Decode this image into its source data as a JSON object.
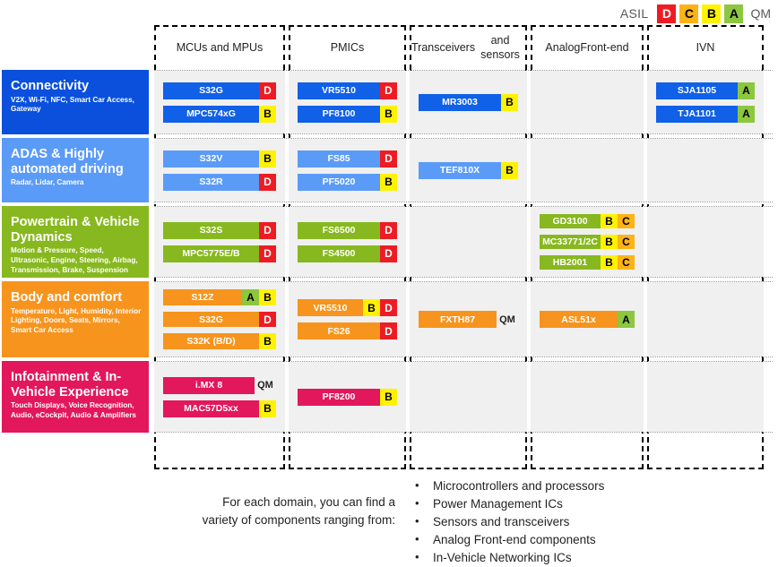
{
  "legend": {
    "title": "ASIL",
    "levels": [
      {
        "label": "D",
        "color": "#ed1c24"
      },
      {
        "label": "C",
        "color": "#fcb316"
      },
      {
        "label": "B",
        "color": "#fff200"
      },
      {
        "label": "A",
        "color": "#8dc63f"
      }
    ],
    "qm_label": "QM"
  },
  "columns": [
    {
      "label": "MCUs and MPUs",
      "width": 146
    },
    {
      "label": "PMICs",
      "width": 131
    },
    {
      "label": "Transceivers\nand sensors",
      "line1": "Transceivers",
      "line2": "and sensors",
      "width": 131
    },
    {
      "label": "Analog\nFront-end",
      "line1": "Analog",
      "line2": "Front-end",
      "width": 126
    },
    {
      "label": "IVN",
      "width": 130
    }
  ],
  "rows": [
    {
      "domain": {
        "title": "Connectivity",
        "subtitle": "V2X, Wi-Fi, NFC, Smart Car Access, Gateway",
        "color": "#0a50dc",
        "chip_color": "#1060e8"
      },
      "height": 72,
      "cells": [
        {
          "column": "MCUs and MPUs",
          "items": [
            {
              "name": "S32G",
              "asil": [
                "D"
              ]
            },
            {
              "name": "MPC574xG",
              "asil": [
                "B"
              ]
            }
          ]
        },
        {
          "column": "PMICs",
          "items": [
            {
              "name": "VR5510",
              "asil": [
                "D"
              ]
            },
            {
              "name": "PF8100",
              "asil": [
                "B"
              ]
            }
          ]
        },
        {
          "column": "Transceivers and sensors",
          "items": [
            {
              "name": "MR3003",
              "asil": [
                "B"
              ]
            }
          ]
        },
        {
          "column": "Analog Front-end",
          "items": []
        },
        {
          "column": "IVN",
          "items": [
            {
              "name": "SJA1105",
              "asil": [
                "A"
              ]
            },
            {
              "name": "TJA1101",
              "asil": [
                "A"
              ]
            }
          ]
        }
      ]
    },
    {
      "domain": {
        "title": "ADAS & Highly automated driving",
        "subtitle": "Radar, Lidar, Camera",
        "color": "#5b9bf8",
        "chip_color": "#5b9bf8"
      },
      "height": 72,
      "cells": [
        {
          "column": "MCUs and MPUs",
          "items": [
            {
              "name": "S32V",
              "asil": [
                "B"
              ]
            },
            {
              "name": "S32R",
              "asil": [
                "D"
              ]
            }
          ]
        },
        {
          "column": "PMICs",
          "items": [
            {
              "name": "FS85",
              "asil": [
                "D"
              ]
            },
            {
              "name": "PF5020",
              "asil": [
                "B"
              ]
            }
          ]
        },
        {
          "column": "Transceivers and sensors",
          "items": [
            {
              "name": "TEF810X",
              "asil": [
                "B"
              ]
            }
          ]
        },
        {
          "column": "Analog Front-end",
          "items": []
        },
        {
          "column": "IVN",
          "items": []
        }
      ]
    },
    {
      "domain": {
        "title": "Powertrain & Vehicle Dynamics",
        "subtitle": "Motion & Pressure, Speed, Ultrasonic, Engine, Steering, Airbag, Transmission, Brake, Suspension",
        "color": "#87b81f",
        "chip_color": "#87b81f"
      },
      "height": 80,
      "cells": [
        {
          "column": "MCUs and MPUs",
          "items": [
            {
              "name": "S32S",
              "asil": [
                "D"
              ]
            },
            {
              "name": "MPC5775E/B",
              "asil": [
                "D"
              ]
            }
          ]
        },
        {
          "column": "PMICs",
          "items": [
            {
              "name": "FS6500",
              "asil": [
                "D"
              ]
            },
            {
              "name": "FS4500",
              "asil": [
                "D"
              ]
            }
          ]
        },
        {
          "column": "Transceivers and sensors",
          "items": []
        },
        {
          "column": "Analog Front-end",
          "items": [
            {
              "name": "GD3100",
              "asil": [
                "B",
                "C"
              ]
            },
            {
              "name": "MC33771/2C",
              "asil": [
                "B",
                "C"
              ]
            },
            {
              "name": "HB2001",
              "asil": [
                "B",
                "C"
              ]
            }
          ]
        },
        {
          "column": "IVN",
          "items": []
        }
      ]
    },
    {
      "domain": {
        "title": "Body and comfort",
        "subtitle": "Temperature, Light, Humidity, Interior Lighting, Doors, Seats, Mirrors, Smart Car Access",
        "color": "#f7941e",
        "chip_color": "#f7941e"
      },
      "height": 85,
      "cells": [
        {
          "column": "MCUs and MPUs",
          "items": [
            {
              "name": "S12Z",
              "asil": [
                "A",
                "B"
              ]
            },
            {
              "name": "S32G",
              "asil": [
                "D"
              ]
            },
            {
              "name": "S32K (B/D)",
              "asil": [
                "B"
              ]
            }
          ]
        },
        {
          "column": "PMICs",
          "items": [
            {
              "name": "VR5510",
              "asil": [
                "B",
                "D"
              ]
            },
            {
              "name": "FS26",
              "asil": [
                "D"
              ]
            }
          ]
        },
        {
          "column": "Transceivers and sensors",
          "items": [
            {
              "name": "FXTH87",
              "asil": [
                "QM"
              ]
            }
          ]
        },
        {
          "column": "Analog Front-end",
          "items": [
            {
              "name": "ASL51x",
              "asil": [
                "A"
              ]
            }
          ]
        },
        {
          "column": "IVN",
          "items": []
        }
      ]
    },
    {
      "domain": {
        "title": "Infotainment & In-Vehicle Experience",
        "subtitle": "Touch Displays, Voice Recognition, Audio, eCockpit, Audio & Amplifiers",
        "color": "#e2175c",
        "chip_color": "#e2175c"
      },
      "height": 80,
      "cells": [
        {
          "column": "MCUs and MPUs",
          "items": [
            {
              "name": "i.MX 8",
              "asil": [
                "QM"
              ]
            },
            {
              "name": "MAC57D5xx",
              "asil": [
                "B"
              ]
            }
          ]
        },
        {
          "column": "PMICs",
          "items": [
            {
              "name": "PF8200",
              "asil": [
                "B"
              ]
            }
          ]
        },
        {
          "column": "Transceivers and sensors",
          "items": []
        },
        {
          "column": "Analog Front-end",
          "items": []
        },
        {
          "column": "IVN",
          "items": []
        }
      ]
    }
  ],
  "footer": {
    "lead_line1": "For each domain, you can find a",
    "lead_line2": "variety of components ranging from:",
    "bullets": [
      "Microcontrollers and processors",
      "Power Management ICs",
      "Sensors and transceivers",
      "Analog Front-end components",
      "In-Vehicle Networking ICs"
    ]
  }
}
